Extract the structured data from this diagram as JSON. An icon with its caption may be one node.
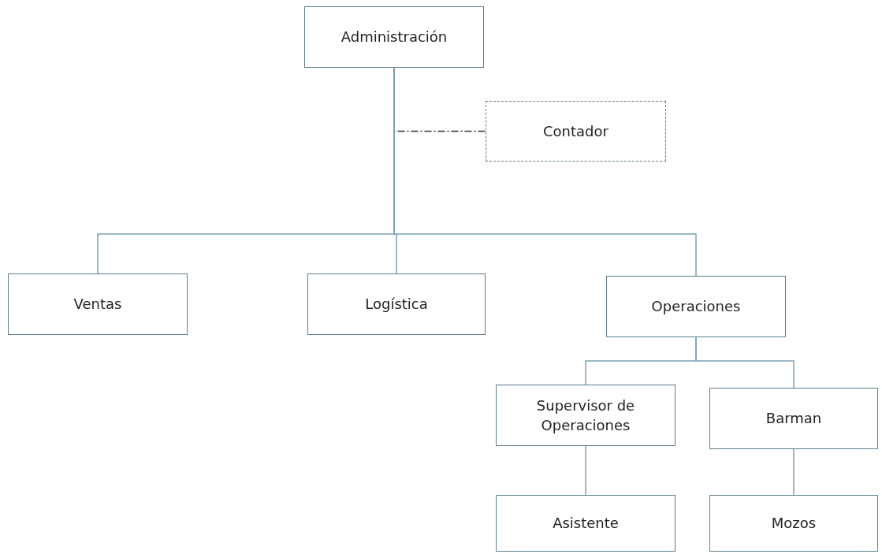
{
  "diagram": {
    "nodes": [
      {
        "text": [
          "Administración"
        ]
      },
      {
        "text": [
          "Contador"
        ]
      },
      {
        "text": [
          "Ventas"
        ]
      },
      {
        "text": [
          "Logística"
        ]
      },
      {
        "text": [
          "Operaciones"
        ]
      },
      {
        "text": [
          "Supervisor de Operaciones"
        ]
      },
      {
        "text": [
          "Barman"
        ]
      },
      {
        "text": [
          "Asistente"
        ]
      },
      {
        "text": [
          "Mozos"
        ]
      }
    ],
    "edges": [
      {
        "from": 0,
        "to": 1,
        "arrow": "none",
        "style": "dashed",
        "color": "#333333"
      },
      {
        "from": 0,
        "to": 2,
        "arrow": "none"
      },
      {
        "from": 0,
        "to": 3,
        "arrow": "none"
      },
      {
        "from": 0,
        "to": 4,
        "arrow": "none"
      },
      {
        "from": 4,
        "to": 5,
        "arrow": "none"
      },
      {
        "from": 4,
        "to": 6,
        "arrow": "none"
      },
      {
        "from": 5,
        "to": 7,
        "arrow": "none"
      },
      {
        "from": 6,
        "to": 8,
        "arrow": "none"
      }
    ]
  }
}
